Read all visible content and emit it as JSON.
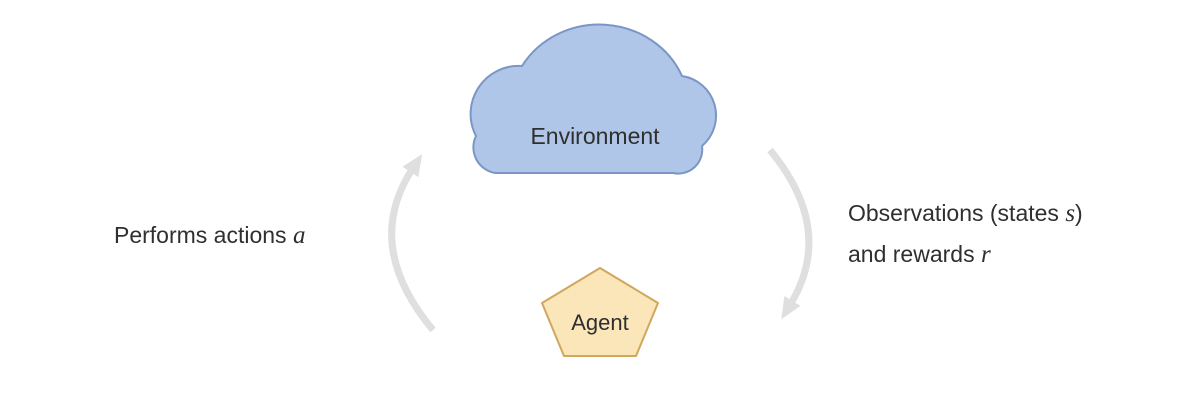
{
  "nodes": {
    "environment": {
      "label": "Environment"
    },
    "agent": {
      "label": "Agent"
    }
  },
  "edges": {
    "actions": {
      "text": "Performs actions",
      "var": "a"
    },
    "observations": {
      "line1_text": "Observations (states",
      "line1_var": "s",
      "line1_suffix": ")",
      "line2_text": "and rewards",
      "line2_var": "r"
    }
  },
  "colors": {
    "cloud_fill": "#afc6e8",
    "cloud_stroke": "#7b96c6",
    "pentagon_fill": "#fae6b9",
    "pentagon_stroke": "#d0a75c",
    "arrow": "#dfdfdf",
    "text": "#2f2f2f"
  }
}
